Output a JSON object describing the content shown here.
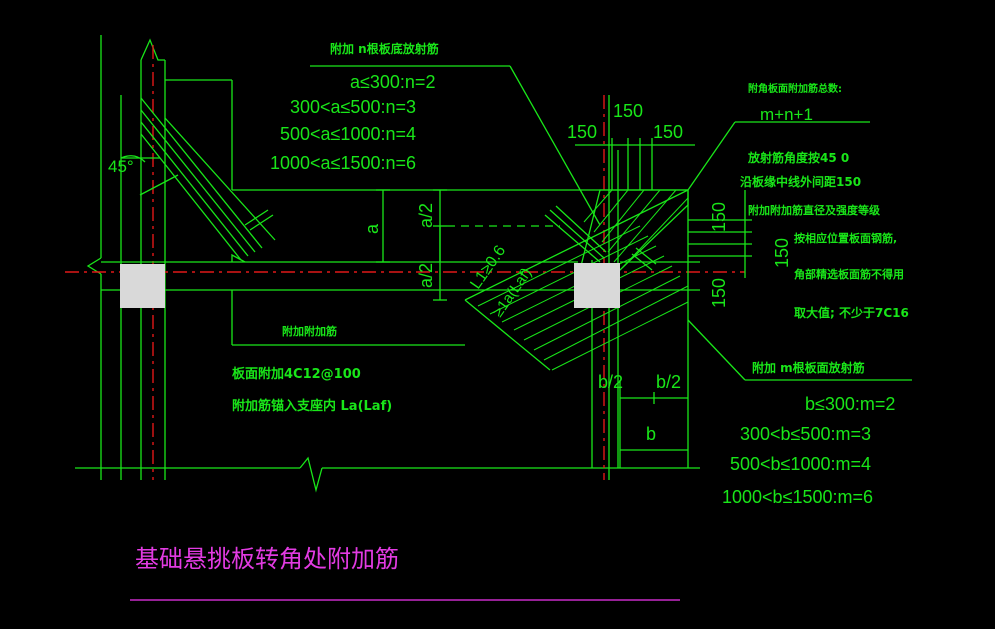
{
  "title": "基础悬挑板转角处附加筋",
  "n_rule": {
    "heading": "附加 n根板底放射筋",
    "lines": [
      "a≤300:n=2",
      "300<a≤500:n=3",
      "500<a≤1000:n=4",
      "1000<a≤1500:n=6"
    ]
  },
  "m_rule": {
    "heading": "附加 m根板面放射筋",
    "lines": [
      "b≤300:m=2",
      "300<b≤500:m=3",
      "500<b≤1000:m=4",
      "1000<b≤1500:m=6"
    ]
  },
  "corner_notes": {
    "total_label": "附角板面附加筋总数:",
    "total_formula": "m+n+1",
    "angle_note": "放射筋角度按45 0",
    "spacing_note": "沿板缘中线外间距150",
    "diameter_note": "附加附加筋直径及强度等级",
    "match_note": "按相应位置板面钢筋,",
    "area_note": "角部精选板面筋不得用",
    "min_note": "取大值; 不少于7C16"
  },
  "left_notes": {
    "heading": "附加附加筋",
    "spec": "板面附加4C12@100",
    "anchor": "附加筋锚入支座内 La(Laf)"
  },
  "dims": {
    "d150_a": "150",
    "d150_b": "150",
    "d150_c": "150",
    "d150_r1": "150",
    "d150_r2": "150",
    "d150_r3": "150",
    "angle": "45°",
    "a": "a",
    "a_half_top": "a/2",
    "a_half_bot": "a/2",
    "b_half_l": "b/2",
    "b_half_r": "b/2",
    "b": "b",
    "l_label": "L1≥0.6",
    "la_label": "≥1a(Laf)"
  }
}
